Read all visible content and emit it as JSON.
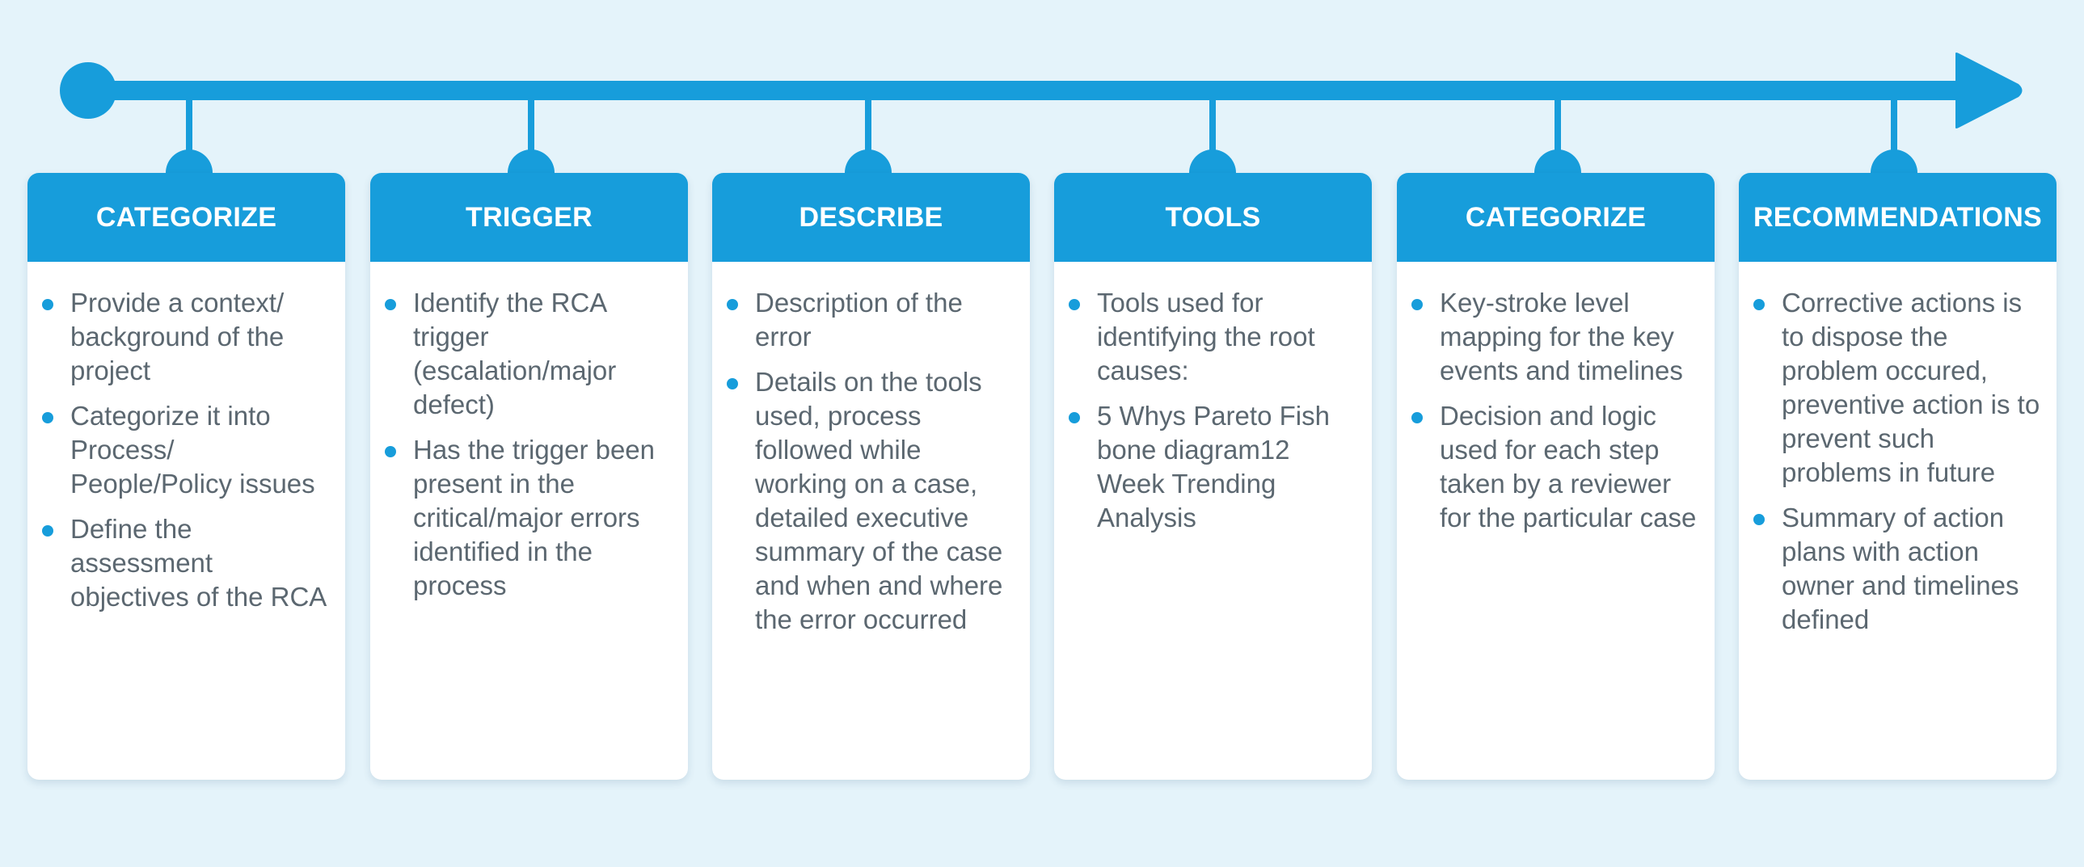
{
  "colors": {
    "accent": "#179ddb",
    "background": "#e4f3fa",
    "text": "#5b6770",
    "card": "#ffffff"
  },
  "stages": [
    {
      "title": "CATEGORIZE",
      "items": [
        "Provide a context/ background of the project",
        "Categorize it into Process/ People/Policy issues",
        "Define the assessment objectives of the RCA"
      ]
    },
    {
      "title": "TRIGGER",
      "items": [
        "Identify the RCA trigger (escalation/major defect)",
        "Has the trigger been present in the critical/major errors identified in the process"
      ]
    },
    {
      "title": "DESCRIBE",
      "items": [
        "Description of the error",
        "Details on the tools used, process followed while working on a case, detailed executive summary of the case and when and where the error occurred"
      ]
    },
    {
      "title": "TOOLS",
      "items": [
        "Tools used for identifying the root causes:",
        "5 Whys Pareto Fish bone diagram12 Week Trending Analysis"
      ]
    },
    {
      "title": "CATEGORIZE",
      "items": [
        "Key-stroke level mapping for the key events and timelines",
        "Decision and logic used for each step taken by a reviewer for the particular case"
      ]
    },
    {
      "title": "RECOMMENDATIONS",
      "items": [
        "Corrective actions is to dispose the problem occured, preventive action is to prevent such problems in future",
        "Summary of action plans with action owner and timelines defined"
      ]
    }
  ]
}
